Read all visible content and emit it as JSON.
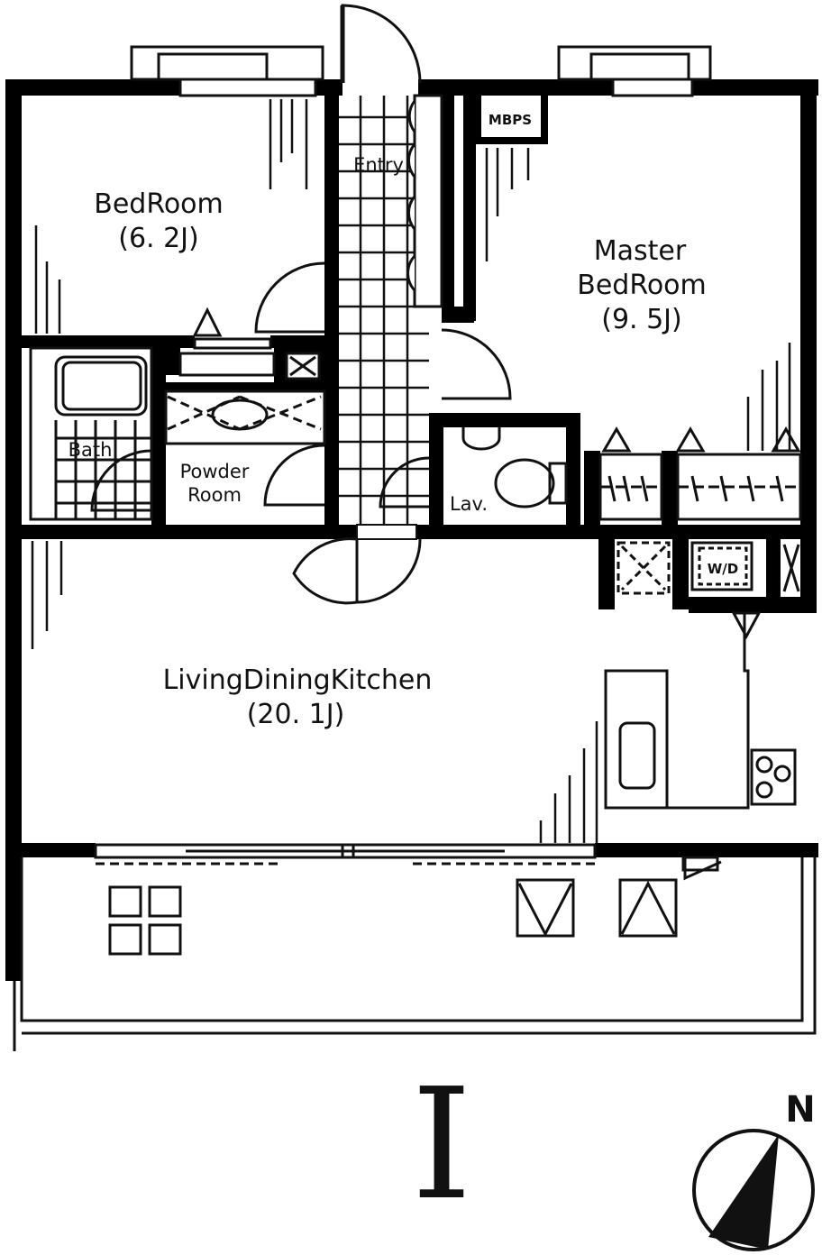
{
  "rooms": {
    "bedroom": {
      "name": "BedRoom",
      "size": "(6. 2J)"
    },
    "master_bedroom": {
      "name_line1": "Master",
      "name_line2": "BedRoom",
      "size": "(9. 5J)"
    },
    "ldk": {
      "name": "LivingDiningKitchen",
      "size": "(20. 1J)"
    },
    "entry": {
      "name": "Entry"
    },
    "bath": {
      "name": "Bath"
    },
    "powder_room": {
      "name_line1": "Powder",
      "name_line2": "Room"
    },
    "lavatory": {
      "name": "Lav."
    }
  },
  "fixtures": {
    "mbps": "MBPS",
    "washer_dryer": "W/D"
  },
  "type_mark": "I",
  "compass": {
    "label": "N"
  },
  "colors": {
    "wall": "#000000",
    "line": "#111111",
    "background": "#ffffff"
  }
}
